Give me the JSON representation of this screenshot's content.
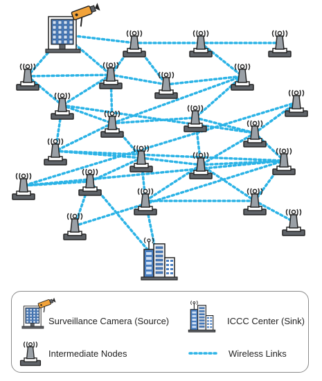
{
  "diagram": {
    "nodes": [
      {
        "id": "n1",
        "kind": "tower"
      },
      {
        "id": "n2",
        "kind": "tower"
      },
      {
        "id": "n3",
        "kind": "tower"
      },
      {
        "id": "n4",
        "kind": "tower"
      },
      {
        "id": "n5",
        "kind": "tower"
      },
      {
        "id": "n6",
        "kind": "tower"
      },
      {
        "id": "n7",
        "kind": "tower"
      },
      {
        "id": "n8",
        "kind": "tower"
      },
      {
        "id": "n9",
        "kind": "tower"
      },
      {
        "id": "n10",
        "kind": "tower"
      },
      {
        "id": "n11",
        "kind": "tower"
      },
      {
        "id": "n12",
        "kind": "tower"
      },
      {
        "id": "n13",
        "kind": "tower"
      },
      {
        "id": "n14",
        "kind": "tower"
      },
      {
        "id": "n15",
        "kind": "tower"
      },
      {
        "id": "n16",
        "kind": "tower"
      },
      {
        "id": "n17",
        "kind": "tower"
      },
      {
        "id": "n18",
        "kind": "tower"
      },
      {
        "id": "n19",
        "kind": "tower"
      },
      {
        "id": "n20",
        "kind": "tower"
      },
      {
        "id": "n21",
        "kind": "tower"
      },
      {
        "id": "n22",
        "kind": "tower"
      },
      {
        "id": "src",
        "kind": "source"
      },
      {
        "id": "sink",
        "kind": "sink"
      }
    ],
    "links": [
      [
        "src",
        "n1"
      ],
      [
        "src",
        "n2"
      ],
      [
        "src",
        "n5"
      ],
      [
        "n2",
        "n3"
      ],
      [
        "n3",
        "n4"
      ],
      [
        "n3",
        "n6"
      ],
      [
        "n2",
        "n5"
      ],
      [
        "n2",
        "n7"
      ],
      [
        "n1",
        "n5"
      ],
      [
        "n1",
        "n8"
      ],
      [
        "n5",
        "n8"
      ],
      [
        "n5",
        "n7"
      ],
      [
        "n5",
        "n9"
      ],
      [
        "n7",
        "n6"
      ],
      [
        "n6",
        "n9"
      ],
      [
        "n6",
        "n10"
      ],
      [
        "n8",
        "n9"
      ],
      [
        "n8",
        "n11"
      ],
      [
        "n8",
        "n12"
      ],
      [
        "n9",
        "n10"
      ],
      [
        "n9",
        "n11"
      ],
      [
        "n9",
        "n14"
      ],
      [
        "n10",
        "n12"
      ],
      [
        "n10",
        "n15"
      ],
      [
        "n12",
        "n13"
      ],
      [
        "n12",
        "n16"
      ],
      [
        "n11",
        "n16"
      ],
      [
        "n11",
        "n14"
      ],
      [
        "n14",
        "n15"
      ],
      [
        "n14",
        "n19"
      ],
      [
        "n14",
        "n17"
      ],
      [
        "n15",
        "n19"
      ],
      [
        "n15",
        "n16"
      ],
      [
        "n15",
        "n20"
      ],
      [
        "n16",
        "n20"
      ],
      [
        "n16",
        "n18"
      ],
      [
        "n13",
        "n18"
      ],
      [
        "n17",
        "n18"
      ],
      [
        "n17",
        "n21"
      ],
      [
        "n17",
        "sink"
      ],
      [
        "n19",
        "n20"
      ],
      [
        "n19",
        "sink"
      ],
      [
        "n20",
        "n22"
      ],
      [
        "n21",
        "n16"
      ],
      [
        "n12",
        "n15"
      ]
    ]
  },
  "legend": {
    "source_label": "Surveillance Camera (Source)",
    "sink_label": "ICCC Center (Sink)",
    "node_label": "Intermediate Nodes",
    "link_label": "Wireless Links"
  },
  "colors": {
    "link": "#2bb3e6",
    "tower_body": "#9aa0a6",
    "tower_base": "#5f6368",
    "building_blue": "#4a7fc1",
    "camera_orange": "#f2a33a"
  }
}
